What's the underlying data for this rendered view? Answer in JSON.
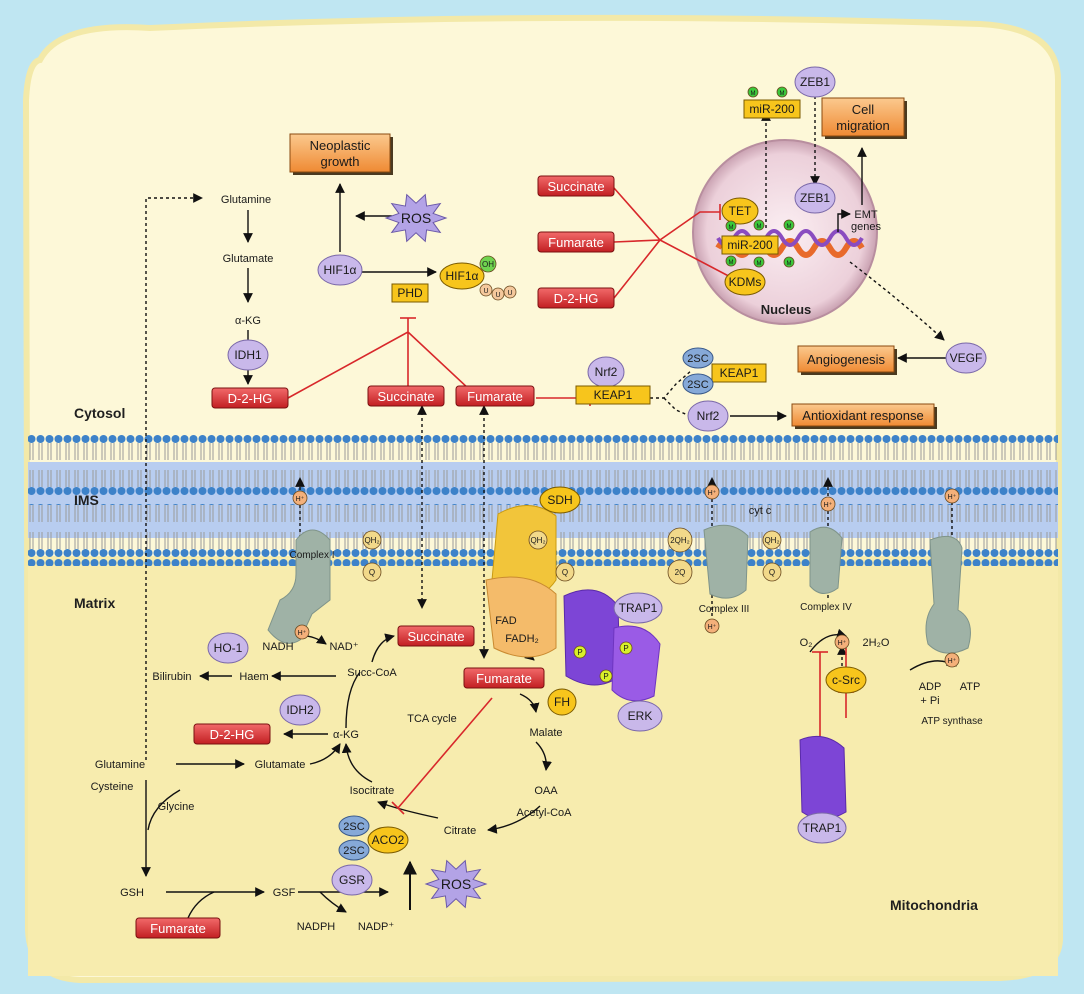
{
  "regions": {
    "cytosol": "Cytosol",
    "ims": "IMS",
    "matrix": "Matrix",
    "mitochondria": "Mitochondria",
    "nucleus": "Nucleus"
  },
  "metabolites": {
    "glutamine": "Glutamine",
    "glutamate": "Glutamate",
    "akg": "α-KG",
    "succ_coa": "Succ-CoA",
    "haem": "Haem",
    "bilirubin": "Bilirubin",
    "isocitrate": "Isocitrate",
    "citrate": "Citrate",
    "malate": "Malate",
    "oaa": "OAA",
    "acetyl_coa": "Acetyl-CoA",
    "tca_cycle": "TCA cycle",
    "cysteine": "Cysteine",
    "glycine": "Glycine",
    "gsh": "GSH",
    "gsf": "GSF",
    "nadph": "NADPH",
    "nadp": "NADP⁺",
    "nadh": "NADH",
    "nad": "NAD⁺",
    "fad": "FAD",
    "fadh2": "FADH₂",
    "o2": "O₂",
    "h2o": "2H₂O",
    "adp": "ADP",
    "pi": "+ Pi",
    "atp": "ATP",
    "emt_genes_1": "EMT",
    "emt_genes_2": "genes",
    "cyt_c": "cyt c",
    "h": "H⁺",
    "m": "M",
    "p": "P",
    "oh": "OH",
    "u": "U",
    "qh2": "QH₂",
    "q": "Q",
    "two_qh2": "2QH₂",
    "two_q": "2Q",
    "two_sc": "2SC"
  },
  "red_boxes": {
    "succinate": "Succinate",
    "fumarate": "Fumarate",
    "d2hg": "D-2-HG"
  },
  "orange_boxes": {
    "neoplastic_1": "Neoplastic",
    "neoplastic_2": "growth",
    "cell_migration_1": "Cell",
    "cell_migration_2": "migration",
    "angiogenesis": "Angiogenesis",
    "antioxidant": "Antioxidant response"
  },
  "yellow_labels": {
    "phd": "PHD",
    "keap1": "KEAP1",
    "mir200": "miR-200",
    "tet": "TET",
    "kdms": "KDMs",
    "sdh": "SDH",
    "fh": "FH",
    "aco2": "ACO2",
    "csrc": "c-Src",
    "hif1a": "HIF1α"
  },
  "proteins": {
    "hif1a": "HIF1α",
    "idh1": "IDH1",
    "idh2": "IDH2",
    "ho1": "HO-1",
    "gsr": "GSR",
    "nrf2": "Nrf2",
    "zeb1": "ZEB1",
    "vegf": "VEGF",
    "trap1": "TRAP1",
    "erk": "ERK",
    "ros": "ROS"
  },
  "complexes": {
    "complex_1": "Complex I",
    "complex_3": "Complex III",
    "complex_4": "Complex IV",
    "atp_synthase": "ATP synthase"
  },
  "colors": {
    "page_bg": "#bfe6f2",
    "cytosol": "#fdf8d8",
    "matrix": "#f7ecae",
    "ims": "#b8cdf0",
    "lipid_head": "#3d82c9",
    "red_box": "#d8282b",
    "orange_box": "#f29c4a",
    "protein": "#c9b8ea",
    "yellow_box": "#f7c51c",
    "inhibit": "#d8282b",
    "complex": "#9fb2a6"
  }
}
